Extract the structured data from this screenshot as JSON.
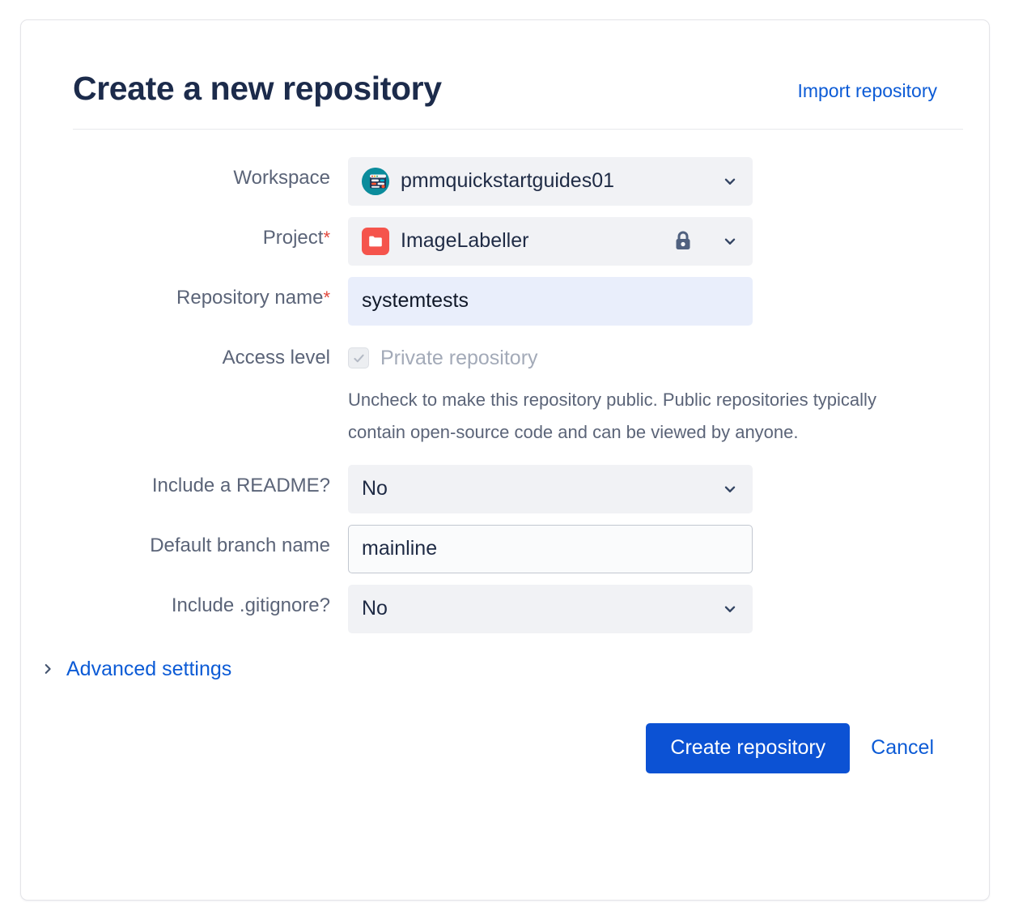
{
  "header": {
    "title": "Create a new repository",
    "import_link": "Import repository"
  },
  "form": {
    "workspace": {
      "label": "Workspace",
      "value": "pmmquickstartguides01",
      "avatar_icon": "workspace-avatar-icon",
      "chevron_icon": "chevron-down-icon"
    },
    "project": {
      "label": "Project",
      "required_mark": "*",
      "value": "ImageLabeller",
      "avatar_icon": "project-folder-icon",
      "lock_icon": "lock-icon",
      "chevron_icon": "chevron-down-icon"
    },
    "repository_name": {
      "label": "Repository name",
      "required_mark": "*",
      "value": "systemtests",
      "placeholder": ""
    },
    "access_level": {
      "label": "Access level",
      "checkbox_label": "Private repository",
      "checked": true,
      "disabled": true,
      "check_icon": "checkmark-icon",
      "help_text": "Uncheck to make this repository public. Public repositories typically contain open-source code and can be viewed by anyone."
    },
    "include_readme": {
      "label": "Include a README?",
      "value": "No",
      "chevron_icon": "chevron-down-icon"
    },
    "default_branch": {
      "label": "Default branch name",
      "value": "mainline",
      "placeholder": ""
    },
    "include_gitignore": {
      "label": "Include .gitignore?",
      "value": "No",
      "chevron_icon": "chevron-down-icon"
    },
    "advanced_settings": {
      "label": "Advanced settings",
      "chevron_icon": "chevron-right-icon",
      "expanded": false
    }
  },
  "footer": {
    "submit_label": "Create repository",
    "cancel_label": "Cancel"
  },
  "colors": {
    "accent_blue": "#0c52d4",
    "link_blue": "#0c5bd6",
    "title_navy": "#1c2b4b",
    "label_gray": "#5b6478",
    "required_red": "#e2483d",
    "project_red": "#f5544c",
    "workspace_teal": "#0b8c9c",
    "field_gray": "#f1f2f5",
    "focus_blue_bg": "#e9eefb"
  }
}
